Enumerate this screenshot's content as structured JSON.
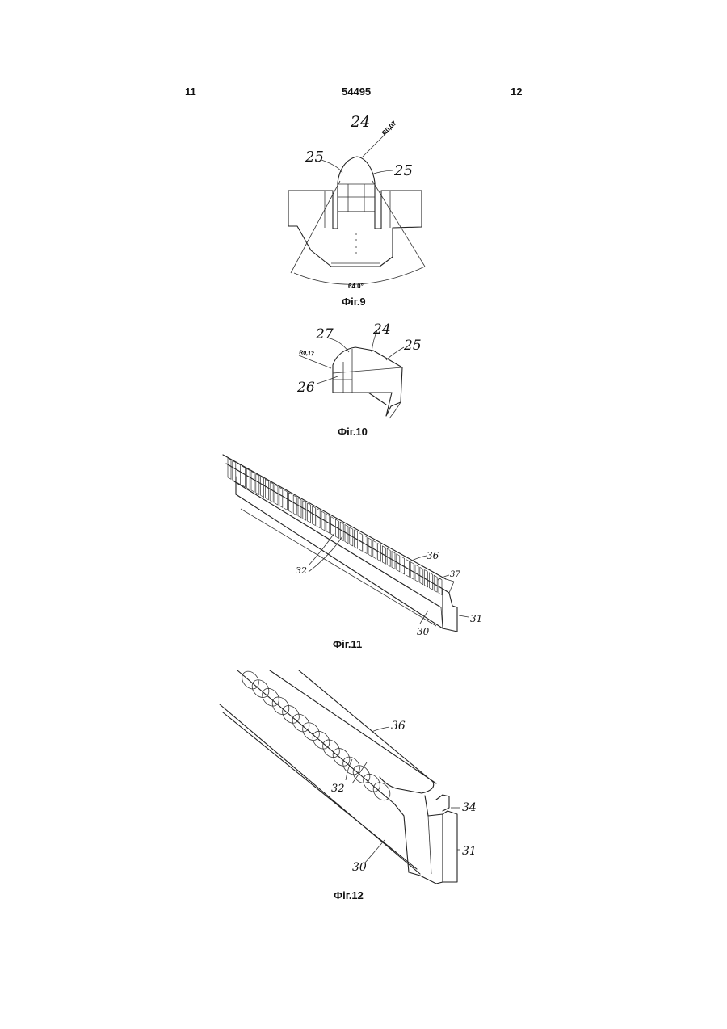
{
  "header": {
    "page_left": "11",
    "doc_number": "54495",
    "page_right": "12"
  },
  "figures": {
    "fig9": {
      "caption": "Фіг.9",
      "labels": {
        "a": "24",
        "b": "25",
        "c": "25"
      },
      "dims": {
        "radius": "R0,07",
        "angle": "64.0°"
      }
    },
    "fig10": {
      "caption": "Фіг.10",
      "labels": {
        "a": "27",
        "b": "24",
        "c": "25",
        "d": "26"
      },
      "dims": {
        "radius": "R0,17"
      }
    },
    "fig11": {
      "caption": "Фіг.11",
      "labels": {
        "a": "32",
        "b": "36",
        "c": "37",
        "d": "30",
        "e": "31"
      }
    },
    "fig12": {
      "caption": "Фіг.12",
      "labels": {
        "a": "36",
        "b": "32",
        "c": "34",
        "d": "31",
        "e": "30"
      }
    }
  }
}
